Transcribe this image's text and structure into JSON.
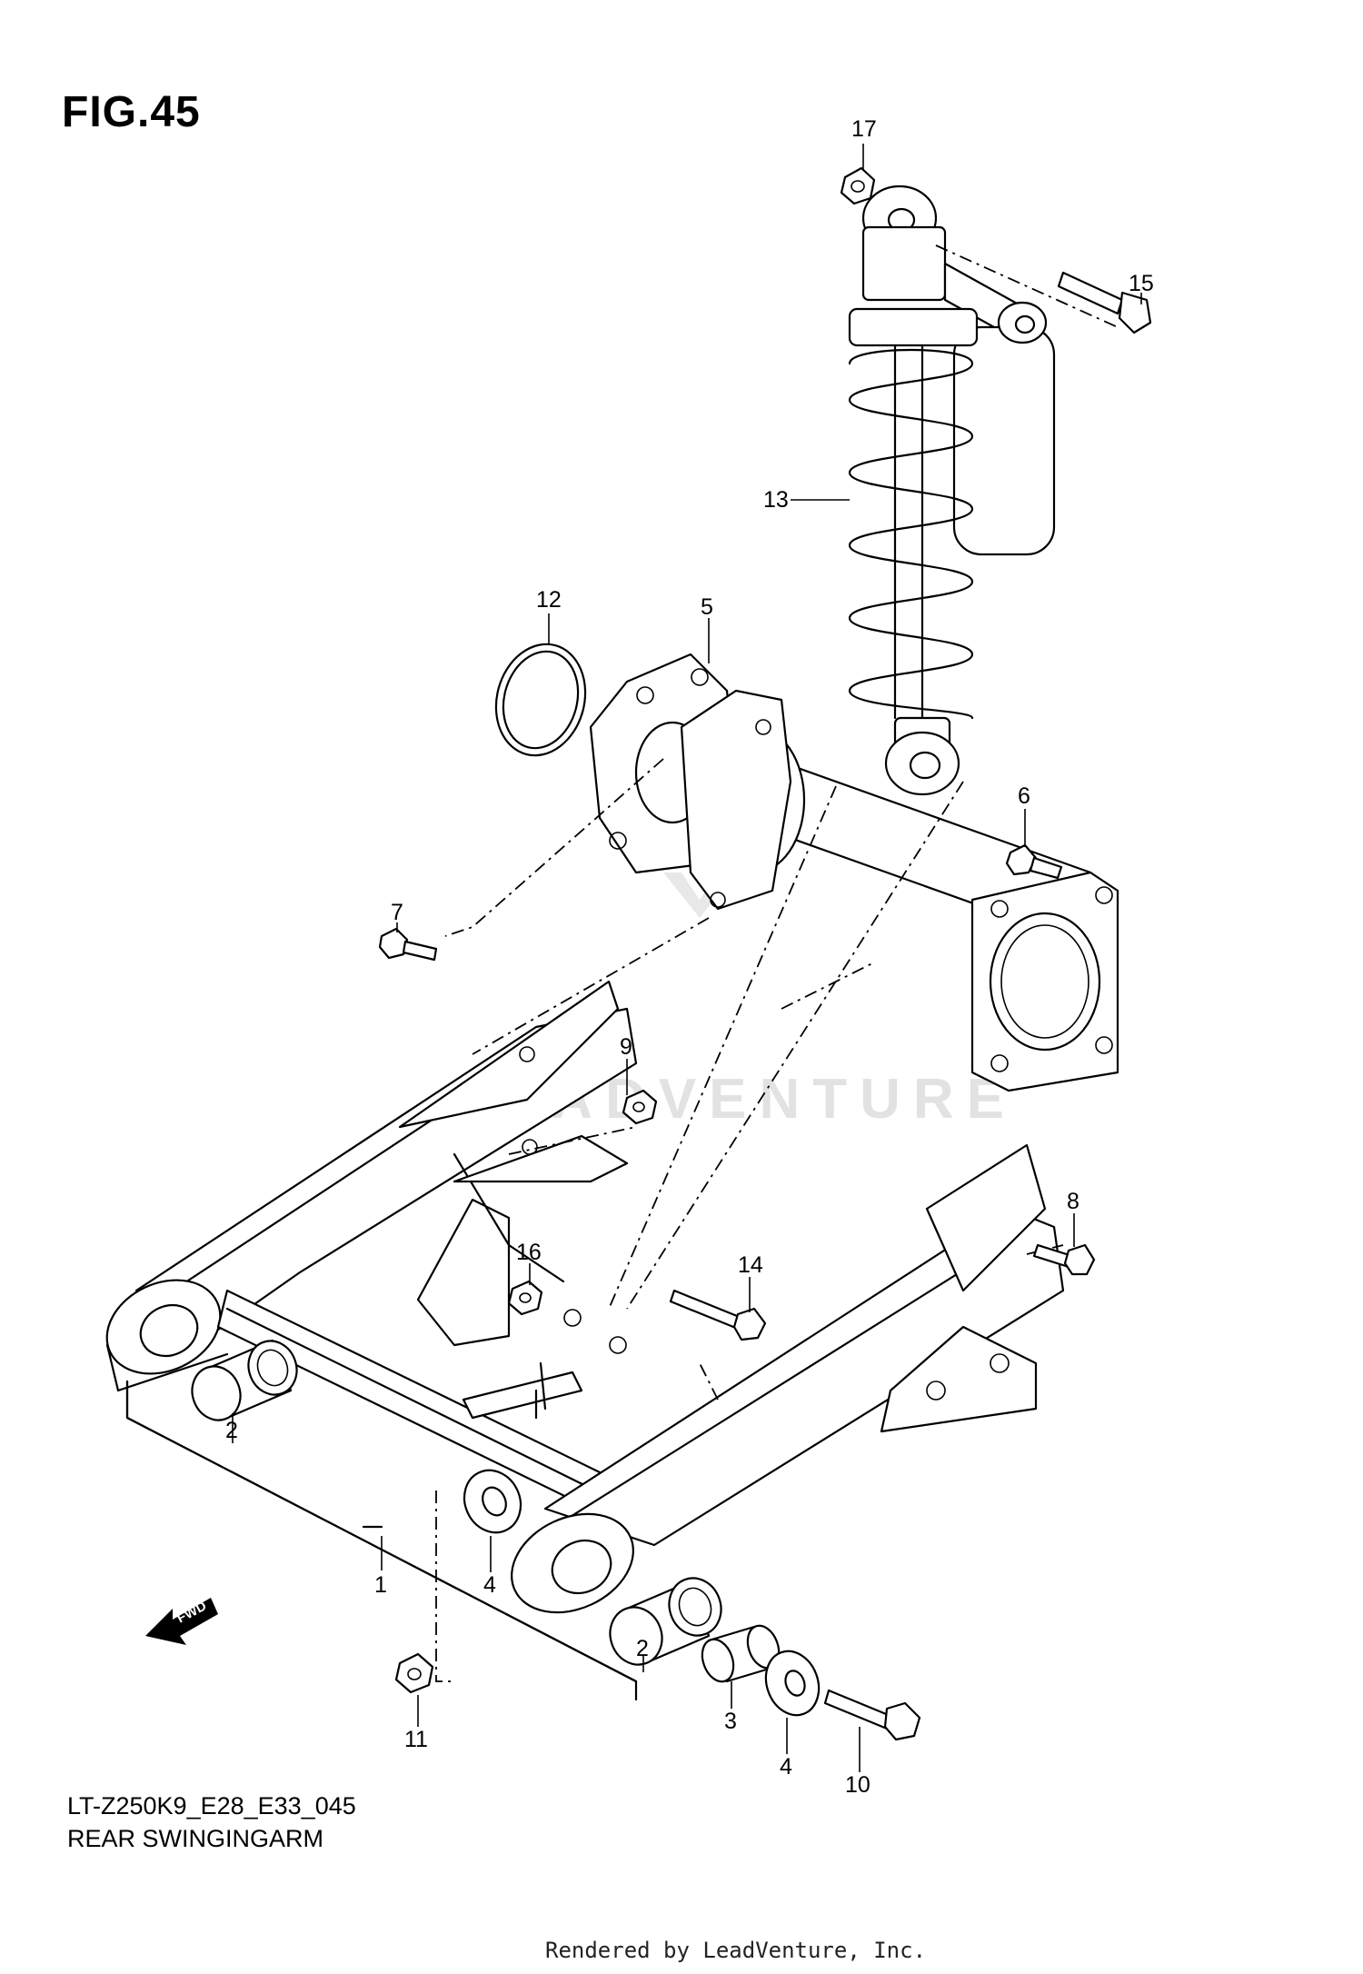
{
  "figure": {
    "title": "FIG.45",
    "code": "LT-Z250K9_E28_E33_045",
    "caption": "REAR SWINGINGARM",
    "credit": "Rendered by LeadVenture, Inc.",
    "watermark": "LEADVENTURE",
    "fwd_label": "FWD"
  },
  "callouts": [
    {
      "id": "1",
      "label": "1"
    },
    {
      "id": "2a",
      "label": "2"
    },
    {
      "id": "2b",
      "label": "2"
    },
    {
      "id": "3",
      "label": "3"
    },
    {
      "id": "4a",
      "label": "4"
    },
    {
      "id": "4b",
      "label": "4"
    },
    {
      "id": "5",
      "label": "5"
    },
    {
      "id": "6",
      "label": "6"
    },
    {
      "id": "7",
      "label": "7"
    },
    {
      "id": "8",
      "label": "8"
    },
    {
      "id": "9",
      "label": "9"
    },
    {
      "id": "10",
      "label": "10"
    },
    {
      "id": "11",
      "label": "11"
    },
    {
      "id": "12",
      "label": "12"
    },
    {
      "id": "13",
      "label": "13"
    },
    {
      "id": "14",
      "label": "14"
    },
    {
      "id": "15",
      "label": "15"
    },
    {
      "id": "16",
      "label": "16"
    },
    {
      "id": "17",
      "label": "17"
    }
  ],
  "colors": {
    "line": "#000000",
    "background": "#ffffff",
    "watermark": "#e2e2e2"
  }
}
